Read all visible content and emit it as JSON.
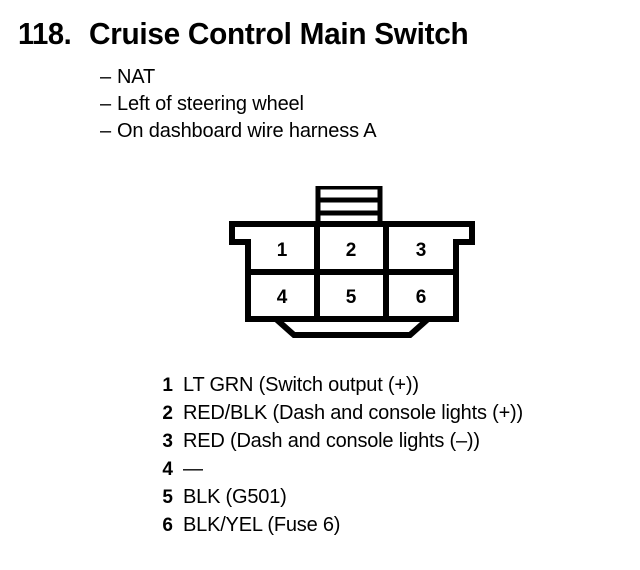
{
  "title": {
    "number": "118.",
    "name": "Cruise Control Main Switch"
  },
  "notes": {
    "bullet": "–",
    "items": [
      {
        "label": "NAT"
      },
      {
        "label": "Left of steering wheel"
      },
      {
        "label": "On dashboard wire harness A"
      }
    ]
  },
  "connector": {
    "name": "6-pin connector face view",
    "rows": 2,
    "columns": 3,
    "pins": [
      {
        "number": "1"
      },
      {
        "number": "2"
      },
      {
        "number": "3"
      },
      {
        "number": "4"
      },
      {
        "number": "5"
      },
      {
        "number": "6"
      }
    ],
    "line_color": "#000000",
    "fill_color": "#ffffff"
  },
  "legend": {
    "rows": [
      {
        "num": "1",
        "desc": "LT GRN (Switch output (+))"
      },
      {
        "num": "2",
        "desc": "RED/BLK (Dash and console lights (+))"
      },
      {
        "num": "3",
        "desc": "RED (Dash and console lights (–))"
      },
      {
        "num": "4",
        "desc": "—"
      },
      {
        "num": "5",
        "desc": "BLK (G501)"
      },
      {
        "num": "6",
        "desc": "BLK/YEL (Fuse 6)"
      }
    ]
  }
}
